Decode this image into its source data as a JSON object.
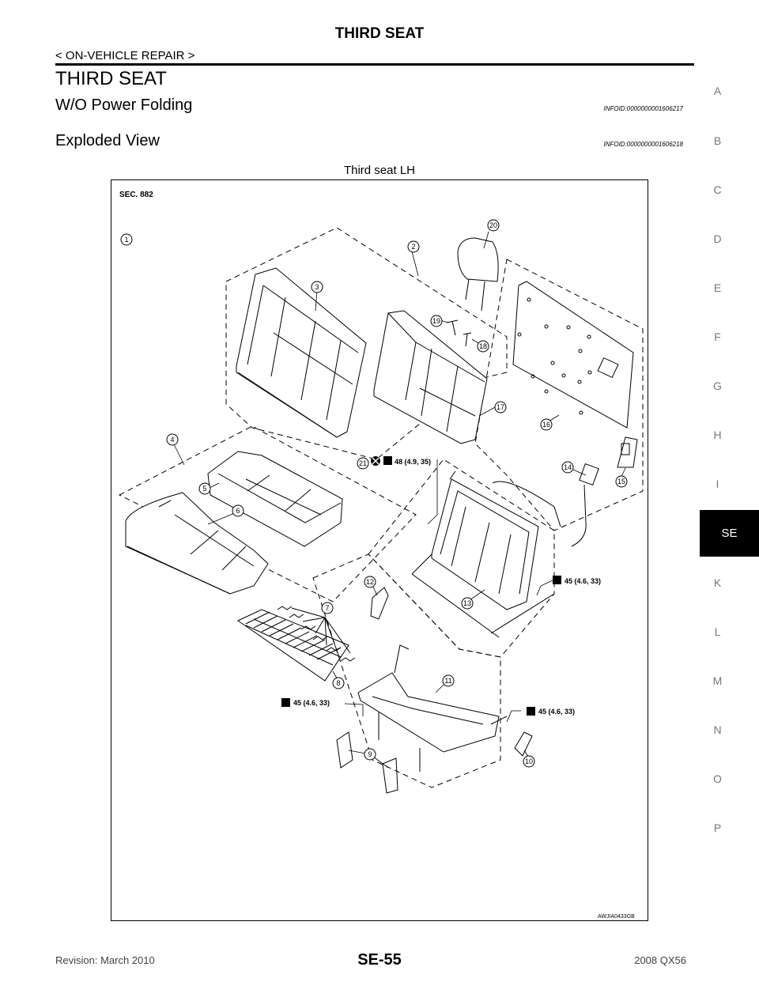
{
  "header": {
    "title": "THIRD SEAT",
    "subtitle": "< ON-VEHICLE REPAIR >"
  },
  "section_title": "THIRD SEAT",
  "subsections": [
    {
      "title": "W/O Power Folding",
      "infoid": "INFOID:0000000001606217"
    },
    {
      "title": "Exploded View",
      "infoid": "INFOID:0000000001606218"
    }
  ],
  "figure": {
    "caption": "Third seat LH",
    "sec_label": "SEC. 882",
    "code": "AWJIA0433GB",
    "callouts": [
      "1",
      "2",
      "3",
      "4",
      "5",
      "6",
      "7",
      "8",
      "9",
      "10",
      "11",
      "12",
      "13",
      "14",
      "15",
      "16",
      "17",
      "18",
      "19",
      "20",
      "21"
    ],
    "torques": {
      "t48": "48 (4.9, 35)",
      "t45_a": "45 (4.6, 33)",
      "t45_b": "45 (4.6, 33)",
      "t45_c": "45 (4.6, 33)"
    }
  },
  "side_nav": {
    "items": [
      "A",
      "B",
      "C",
      "D",
      "E",
      "F",
      "G",
      "H",
      "I",
      "K",
      "L",
      "M",
      "N",
      "O",
      "P"
    ],
    "active": "SE"
  },
  "footer": {
    "revision": "Revision: March 2010",
    "page": "SE-55",
    "model": "2008 QX56"
  }
}
